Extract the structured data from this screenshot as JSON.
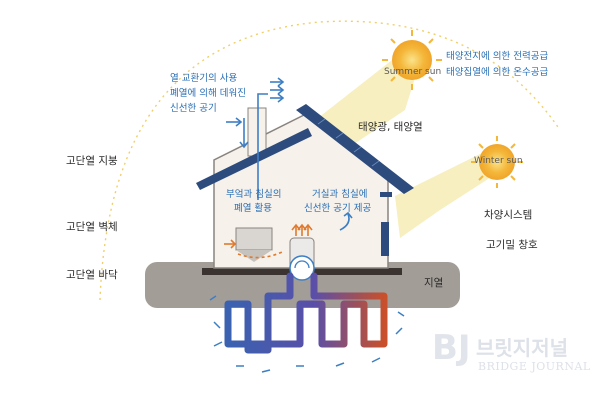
{
  "labels": {
    "vent_note_1": "열 교환기의 사용",
    "vent_note_2": "폐열에 의해 데워진",
    "vent_note_3": "신선한 공기",
    "summer_sun": "Summer sun",
    "winter_sun": "Winter sun",
    "solar_1": "태양전지에 의한 전력공급",
    "solar_2": "태양집열에 의한 온수공급",
    "sun_heat": "태양광, 태양열",
    "roof": "고단열 지붕",
    "wall": "고단열 벽체",
    "floor": "고단열 바닥",
    "kitchen_1": "부엌과 침실의",
    "kitchen_2": "폐열 활용",
    "living_1": "거실과 침실에",
    "living_2": "신선한 공기 제공",
    "shading": "차양시스템",
    "windows": "고기밀 창호",
    "geothermal": "지열"
  },
  "logo": {
    "mark": "BJ",
    "name": "브릿지저널",
    "sub": "BRIDGE JOURNAL"
  },
  "colors": {
    "roof_panel": "#2d4c7d",
    "house_fill": "#f6f1ea",
    "house_outline": "#8a8480",
    "ground": "#a39d97",
    "pipe_warm": "#c8502b",
    "pipe_cool": "#3a62b0",
    "sun": "#f4b73a",
    "beam": "#f6ecb4",
    "arrow_blue": "#3d7fc4",
    "arrow_orange": "#e07a2e"
  }
}
